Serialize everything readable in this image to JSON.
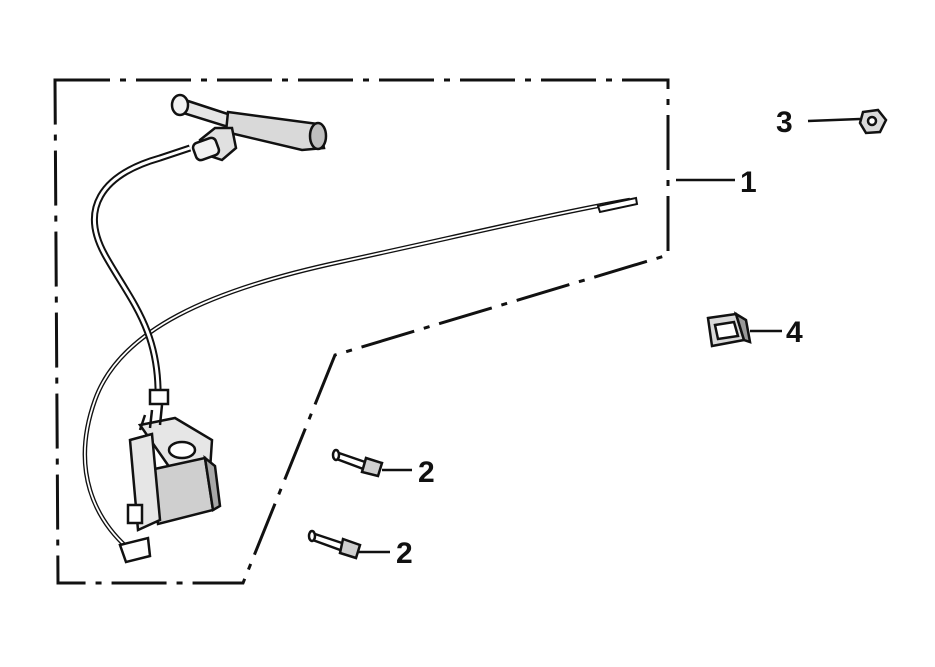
{
  "diagram": {
    "colors": {
      "ink": "#111111",
      "background": "#ffffff",
      "part_fill": "#d9d9d9"
    },
    "callouts": [
      {
        "id": "assembly",
        "label": "1"
      },
      {
        "id": "bolt-a",
        "label": "2"
      },
      {
        "id": "bolt-b",
        "label": "2"
      },
      {
        "id": "nut",
        "label": "3"
      },
      {
        "id": "clip",
        "label": "4"
      }
    ]
  }
}
